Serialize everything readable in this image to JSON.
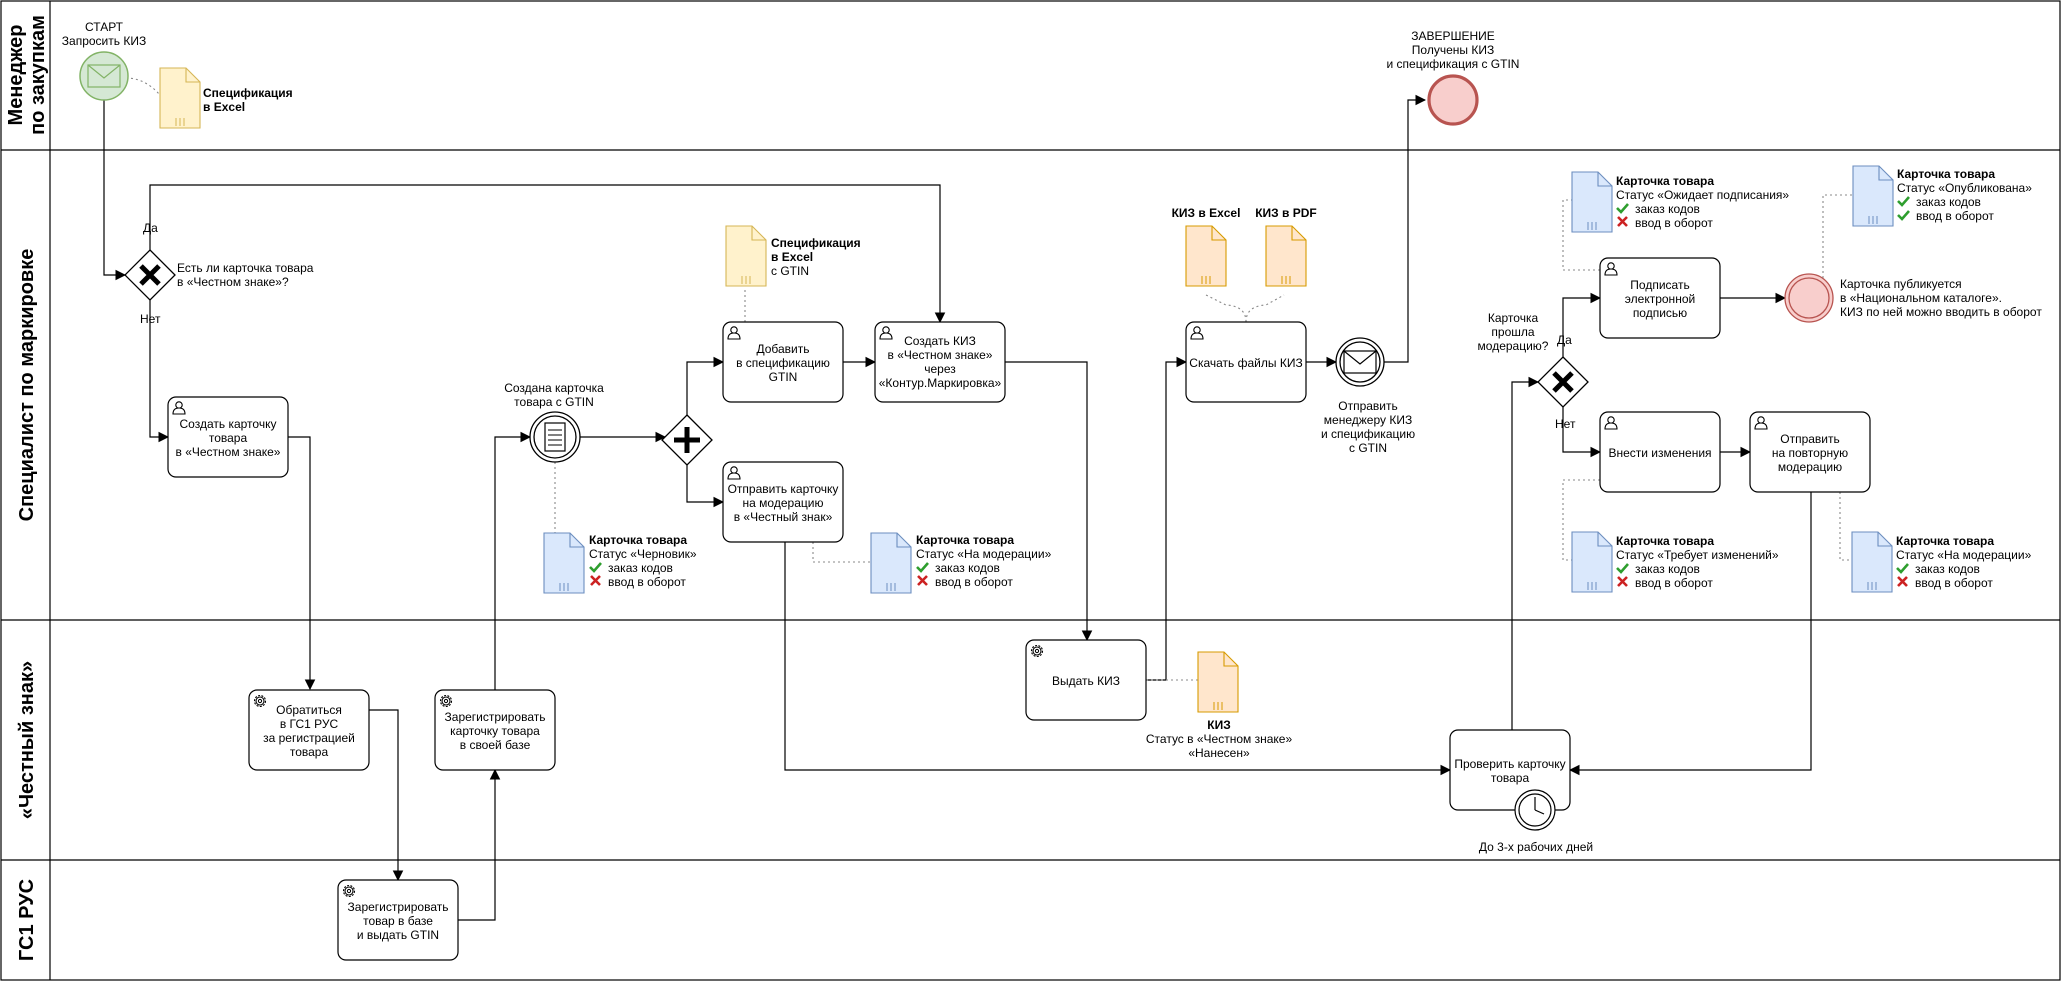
{
  "lanes": [
    {
      "label_lines": [
        "Менеджер",
        "по закупкам"
      ]
    },
    {
      "label_lines": [
        "Специалист по маркировке"
      ]
    },
    {
      "label_lines": [
        "«Честный знак»"
      ]
    },
    {
      "label_lines": [
        "ГС1 РУС"
      ]
    }
  ],
  "events": {
    "start": {
      "label_lines": [
        "СТАРТ",
        "Запросить КИЗ"
      ]
    },
    "end": {
      "label_lines": [
        "ЗАВЕРШЕНИЕ",
        "Получены КИЗ",
        "и спецификация с GTIN"
      ]
    },
    "card_created": {
      "label_lines": [
        "Создана карточка",
        "товара с GTIN"
      ]
    },
    "send_manager": {
      "label_lines": [
        "Отправить",
        "менеджеру КИЗ",
        "и спецификацию",
        "с GTIN"
      ]
    },
    "card_published": {
      "label_lines": [
        "Карточка публикуется",
        "в «Национальном каталоге».",
        "КИЗ по ней можно вводить в оборот"
      ]
    },
    "timer": {
      "label_lines": [
        "До 3-х рабочих дней"
      ]
    }
  },
  "gateways": {
    "card_exists": {
      "question_lines": [
        "Есть ли карточка товара",
        "в «Честном знаке»?"
      ],
      "yes": "Да",
      "no": "Нет"
    },
    "moderation_passed": {
      "question_lines": [
        "Карточка",
        "прошла",
        "модерацию?"
      ],
      "yes": "Да",
      "no": "Нет"
    }
  },
  "tasks": {
    "create_card": {
      "lines": [
        "Создать карточку",
        "товара",
        "в «Честном знаке»"
      ]
    },
    "add_spec": {
      "lines": [
        "Добавить",
        "в спецификацию",
        "GTIN"
      ]
    },
    "create_kiz": {
      "lines": [
        "Создать КИЗ",
        "в «Честном знаке»",
        "через",
        "«Контур.Маркировка»"
      ]
    },
    "send_moderation": {
      "lines": [
        "Отправить карточку",
        "на модерацию",
        "в «Честный знак»"
      ]
    },
    "download_kiz": {
      "lines": [
        "Скачать файлы КИЗ"
      ]
    },
    "sign": {
      "lines": [
        "Подписать",
        "электронной",
        "подписью"
      ]
    },
    "make_changes": {
      "lines": [
        "Внести изменения"
      ]
    },
    "resend_moderation": {
      "lines": [
        "Отправить",
        "на повторную",
        "модерацию"
      ]
    },
    "apply_gs1": {
      "lines": [
        "Обратиться",
        "в ГС1 РУС",
        "за регистрацией",
        "товара"
      ]
    },
    "register_card": {
      "lines": [
        "Зарегистрировать",
        "карточку товара",
        "в своей базе"
      ]
    },
    "issue_kiz": {
      "lines": [
        "Выдать КИЗ"
      ]
    },
    "check_card": {
      "lines": [
        "Проверить карточку",
        "товара"
      ]
    },
    "register_gtin": {
      "lines": [
        "Зарегистрировать",
        "товар в базе",
        "и выдать GTIN"
      ]
    }
  },
  "documents": {
    "spec_excel": {
      "title_lines": [
        "Спецификация",
        "в Excel"
      ],
      "status": "",
      "items": []
    },
    "spec_gtin": {
      "title_lines": [
        "Спецификация",
        "в Excel"
      ],
      "status": "с GTIN",
      "items": []
    },
    "kiz_excel": {
      "title_lines": [
        "КИЗ в Excel"
      ],
      "status": "",
      "items": []
    },
    "kiz_pdf": {
      "title_lines": [
        "КИЗ в PDF"
      ],
      "status": "",
      "items": []
    },
    "card_draft": {
      "title_lines": [
        "Карточка товара"
      ],
      "status": "Статус «Черновик»",
      "items": [
        {
          "text": "заказ кодов",
          "ok": true
        },
        {
          "text": "ввод в оборот",
          "ok": false
        }
      ]
    },
    "card_moderation": {
      "title_lines": [
        "Карточка товара"
      ],
      "status": "Статус «На модерации»",
      "items": [
        {
          "text": "заказ кодов",
          "ok": true
        },
        {
          "text": "ввод в оборот",
          "ok": false
        }
      ]
    },
    "card_signing": {
      "title_lines": [
        "Карточка товара"
      ],
      "status": "Статус «Ожидает подписания»",
      "items": [
        {
          "text": "заказ кодов",
          "ok": true
        },
        {
          "text": "ввод в оборот",
          "ok": false
        }
      ]
    },
    "card_published": {
      "title_lines": [
        "Карточка товара"
      ],
      "status": "Статус «Опубликована»",
      "items": [
        {
          "text": "заказ кодов",
          "ok": true
        },
        {
          "text": "ввод в оборот",
          "ok": true
        }
      ]
    },
    "card_changes": {
      "title_lines": [
        "Карточка товара"
      ],
      "status": "Статус «Требует изменений»",
      "items": [
        {
          "text": "заказ кодов",
          "ok": true
        },
        {
          "text": "ввод в оборот",
          "ok": false
        }
      ]
    },
    "card_moderation2": {
      "title_lines": [
        "Карточка товара"
      ],
      "status": "Статус «На модерации»",
      "items": [
        {
          "text": "заказ кодов",
          "ok": true
        },
        {
          "text": "ввод в оборот",
          "ok": false
        }
      ]
    },
    "kiz_doc": {
      "title_lines": [
        "КИЗ"
      ],
      "status_lines": [
        "Статус в «Честном знаке»",
        "«Нанесен»"
      ],
      "items": []
    }
  },
  "colors": {
    "start_fill": "#d5e8d4",
    "start_stroke": "#82b366",
    "end_fill": "#f8cecc",
    "end_stroke": "#b85450",
    "doc_yellow_fill": "#fff2cc",
    "doc_yellow_stroke": "#d6b656",
    "doc_orange_fill": "#ffe6cc",
    "doc_orange_stroke": "#d79b00",
    "doc_blue_fill": "#dae8fc",
    "doc_blue_stroke": "#6c8ebf",
    "check": "#2e9e2e",
    "cross": "#cc2222"
  }
}
